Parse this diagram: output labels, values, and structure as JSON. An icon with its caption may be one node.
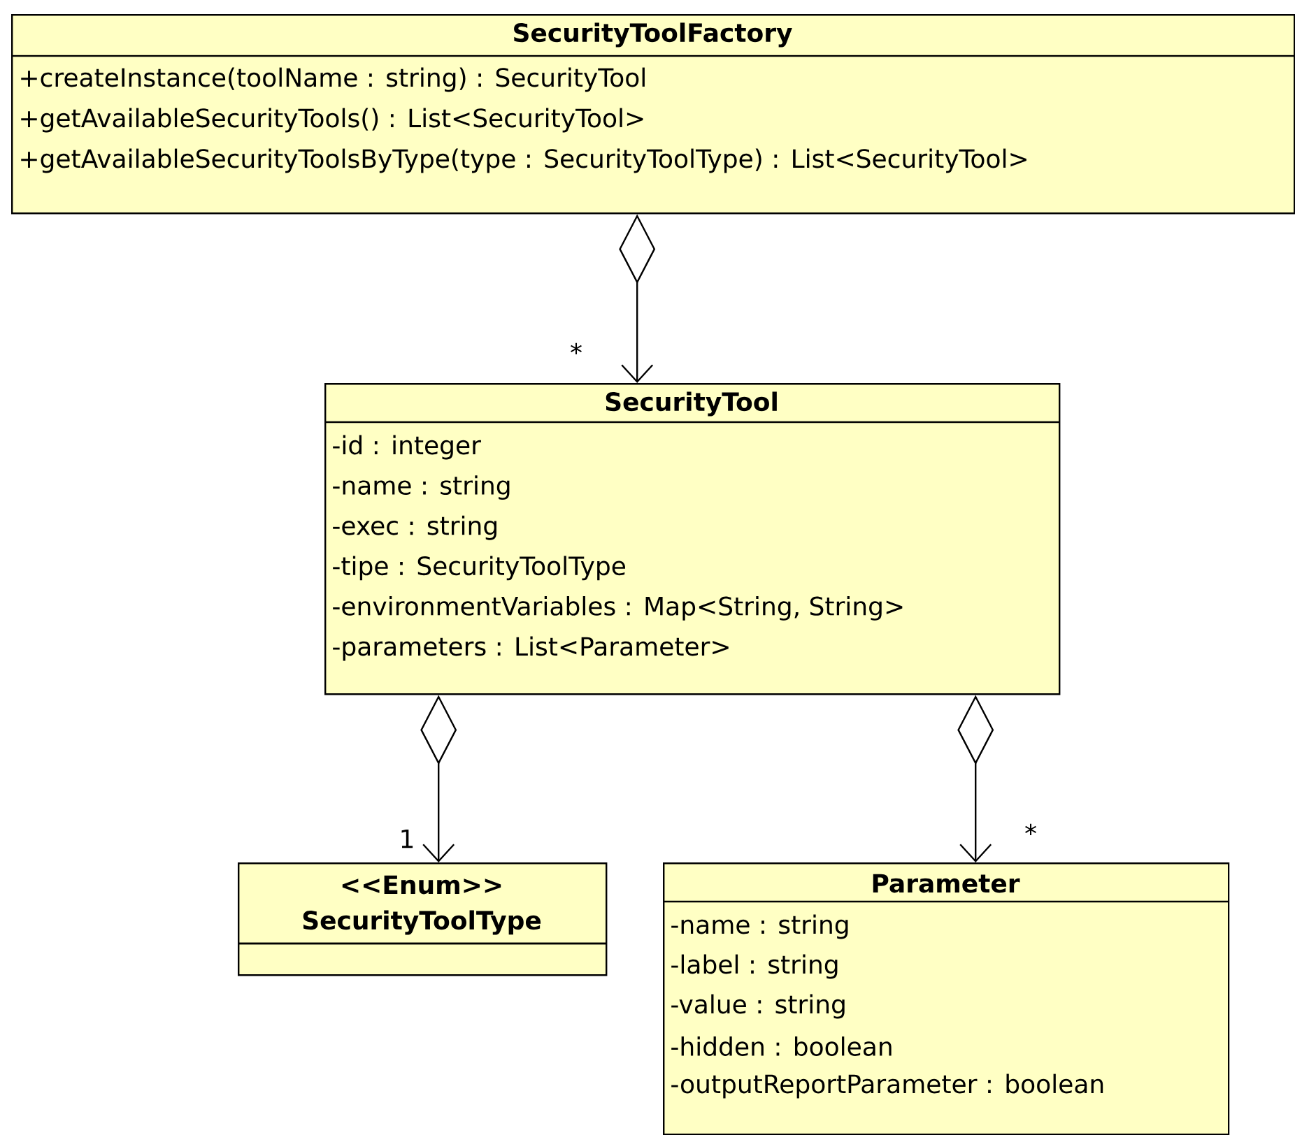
{
  "diagram": {
    "nodes": [
      {
        "text": [
          "SecurityToolFactory",
          "+createInstance(toolName : string) : SecurityTool",
          "+getAvailableSecurityTools() : List<SecurityTool>",
          "+getAvailableSecurityToolsByType(type : SecurityToolType) : List<SecurityTool>"
        ]
      },
      {
        "text": [
          "SecurityTool",
          "-id : integer",
          "-name : string",
          "-exec : string",
          "-tipe : SecurityToolType",
          "-environmentVariables : Map<String, String>",
          "-parameters : List<Parameter>"
        ]
      },
      {
        "text": [
          "<<Enum>>",
          "SecurityToolType"
        ]
      },
      {
        "text": [
          "Parameter",
          "-name : string",
          "-label : string",
          "-value : string",
          "-hidden : boolean",
          "-outputReportParameter : boolean"
        ]
      }
    ],
    "edges": [
      {
        "from": 0,
        "to": 1,
        "arrow": "to",
        "label": "*"
      },
      {
        "from": 1,
        "to": 2,
        "arrow": "to",
        "label": "1"
      },
      {
        "from": 1,
        "to": 3,
        "arrow": "to",
        "label": "*"
      }
    ]
  }
}
